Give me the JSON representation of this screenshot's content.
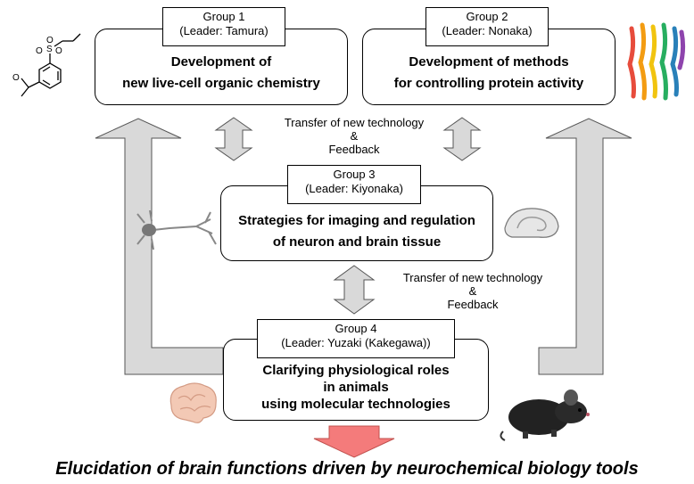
{
  "groups": [
    {
      "tag_line1": "Group 1",
      "tag_line2": "(Leader: Tamura)",
      "title_line1": "Development of",
      "title_line2": "new live-cell organic chemistry"
    },
    {
      "tag_line1": "Group 2",
      "tag_line2": "(Leader: Nonaka)",
      "title_line1": "Development of methods",
      "title_line2": "for controlling protein activity"
    },
    {
      "tag_line1": "Group 3",
      "tag_line2": "(Leader: Kiyonaka)",
      "title_line1": "Strategies for imaging and regulation",
      "title_line2": "of neuron and brain tissue"
    },
    {
      "tag_line1": "Group 4",
      "tag_line2": "(Leader: Yuzaki (Kakegawa))",
      "title_line1": "Clarifying physiological roles",
      "title_line2": "in animals",
      "title_line3": "using molecular technologies"
    }
  ],
  "transfer_notes": [
    {
      "line1": "Transfer of new technology",
      "line2": "&",
      "line3": "Feedback"
    },
    {
      "line1": "Transfer of new technology",
      "line2": "&",
      "line3": "Feedback"
    }
  ],
  "bottom_text": "Elucidation of brain functions driven by neurochemical biology tools",
  "colors": {
    "arrow_fill": "#d9d9d9",
    "arrow_stroke": "#555555",
    "down_arrow_fill": "#f47b7b",
    "down_arrow_stroke": "#c0504d"
  },
  "icons": [
    "chemical-structure-icon",
    "protein-structure-icon",
    "neuron-icon",
    "brain-slice-icon",
    "brain-icon",
    "mouse-icon"
  ]
}
